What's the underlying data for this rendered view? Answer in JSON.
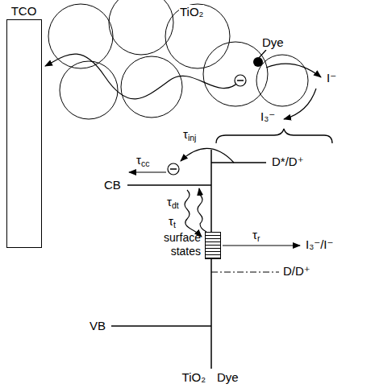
{
  "diagram": {
    "nodes": [
      {
        "text": [
          "TCO"
        ]
      },
      {
        "text": [
          "surface states"
        ]
      }
    ],
    "labels": [
      "TiO₂",
      "Dye",
      "I⁻",
      "I₃⁻",
      "τinj",
      "D*/D⁺",
      "τcc",
      "CB",
      "τdt",
      "τt",
      "τr",
      "I₃⁻/I⁻",
      "D/D⁺",
      "VB",
      "TiO₂",
      "Dye"
    ]
  }
}
